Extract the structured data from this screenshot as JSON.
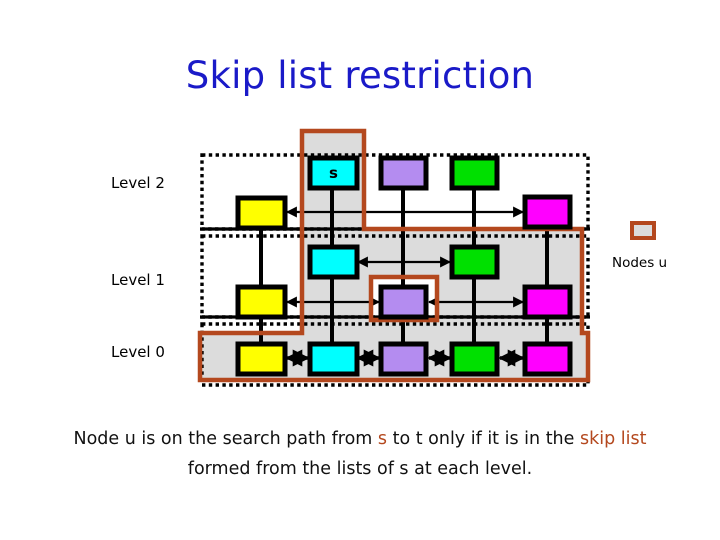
{
  "slide": {
    "title": "Skip list restriction",
    "title_color": "#1A1AC8",
    "background": "#FFFFFF"
  },
  "diagram": {
    "highlight_color": "#B4481E",
    "region_fill": "#DCDCDC",
    "levels": [
      {
        "label": "Level 2",
        "index": 2
      },
      {
        "label": "Level 1",
        "index": 1
      },
      {
        "label": "Level 0",
        "index": 0
      }
    ],
    "node_colors": {
      "yellow": "#FFFF00",
      "cyan": "#00FFFF",
      "purple": "#B48CF0",
      "green": "#00E000",
      "magenta": "#FF00FF"
    },
    "start_node_label": "s",
    "nodes": [
      {
        "level": 2,
        "column": "yellow",
        "color": "#FFFF00",
        "label": ""
      },
      {
        "level": 2,
        "column": "cyan",
        "color": "#00FFFF",
        "label": "s"
      },
      {
        "level": 2,
        "column": "purple",
        "color": "#B48CF0",
        "label": ""
      },
      {
        "level": 2,
        "column": "green",
        "color": "#00E000",
        "label": ""
      },
      {
        "level": 2,
        "column": "magenta",
        "color": "#FF00FF",
        "label": ""
      },
      {
        "level": 1,
        "column": "yellow",
        "color": "#FFFF00",
        "label": ""
      },
      {
        "level": 1,
        "column": "cyan",
        "color": "#00FFFF",
        "label": ""
      },
      {
        "level": 1,
        "column": "purple",
        "color": "#B48CF0",
        "label": ""
      },
      {
        "level": 1,
        "column": "green",
        "color": "#00E000",
        "label": ""
      },
      {
        "level": 1,
        "column": "magenta",
        "color": "#FF00FF",
        "label": ""
      },
      {
        "level": 0,
        "column": "yellow",
        "color": "#FFFF00",
        "label": ""
      },
      {
        "level": 0,
        "column": "cyan",
        "color": "#00FFFF",
        "label": ""
      },
      {
        "level": 0,
        "column": "purple",
        "color": "#B48CF0",
        "label": ""
      },
      {
        "level": 0,
        "column": "green",
        "color": "#00E000",
        "label": ""
      },
      {
        "level": 0,
        "column": "magenta",
        "color": "#FF00FF",
        "label": ""
      }
    ]
  },
  "legend": {
    "label": "Nodes u",
    "swatch_fill": "#DCDCDC",
    "swatch_border": "#B4481E"
  },
  "caption": {
    "line1_a": "Node u is on the search path from ",
    "line1_s": "s",
    "line1_b": " to t only if it is in",
    "line2_a": "the ",
    "line2_skip": "skip list",
    "line2_b": " formed from the lists of s at each level.",
    "highlight_color": "#B4481E"
  }
}
